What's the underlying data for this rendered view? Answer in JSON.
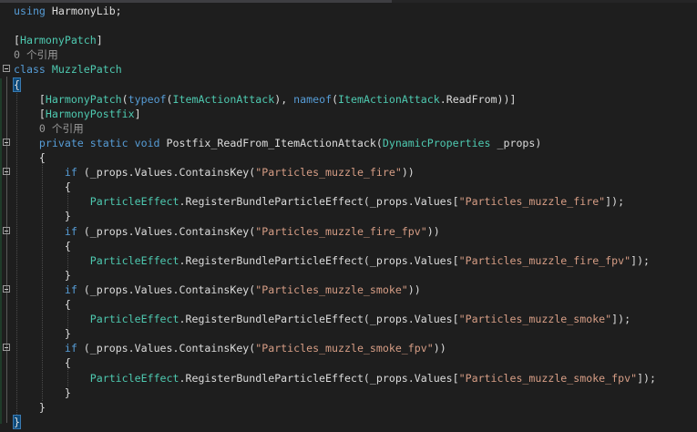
{
  "editor": {
    "lines": [
      {
        "fold": false,
        "tokens": [
          {
            "t": "kw",
            "v": "using"
          },
          {
            "t": "pl",
            "v": " HarmonyLib;"
          }
        ]
      },
      {
        "fold": false,
        "tokens": []
      },
      {
        "fold": false,
        "tokens": [
          {
            "t": "pl",
            "v": "["
          },
          {
            "t": "ty",
            "v": "HarmonyPatch"
          },
          {
            "t": "pl",
            "v": "]"
          }
        ]
      },
      {
        "fold": false,
        "tokens": [
          {
            "t": "cm",
            "v": "0 个引用"
          }
        ]
      },
      {
        "fold": true,
        "tokens": [
          {
            "t": "kw",
            "v": "class"
          },
          {
            "t": "pl",
            "v": " "
          },
          {
            "t": "ty",
            "v": "MuzzlePatch"
          }
        ]
      },
      {
        "fold": false,
        "tokens": [
          {
            "t": "brace",
            "v": "{"
          }
        ]
      },
      {
        "fold": false,
        "tokens": [
          {
            "t": "pl",
            "v": "    ["
          },
          {
            "t": "ty",
            "v": "HarmonyPatch"
          },
          {
            "t": "pl",
            "v": "("
          },
          {
            "t": "kw",
            "v": "typeof"
          },
          {
            "t": "pl",
            "v": "("
          },
          {
            "t": "ty",
            "v": "ItemActionAttack"
          },
          {
            "t": "pl",
            "v": "), "
          },
          {
            "t": "kw",
            "v": "nameof"
          },
          {
            "t": "pl",
            "v": "("
          },
          {
            "t": "ty",
            "v": "ItemActionAttack"
          },
          {
            "t": "pl",
            "v": ".ReadFrom))]"
          }
        ]
      },
      {
        "fold": false,
        "tokens": [
          {
            "t": "pl",
            "v": "    ["
          },
          {
            "t": "ty",
            "v": "HarmonyPostfix"
          },
          {
            "t": "pl",
            "v": "]"
          }
        ]
      },
      {
        "fold": false,
        "tokens": [
          {
            "t": "cm",
            "v": "    0 个引用"
          }
        ]
      },
      {
        "fold": true,
        "tokens": [
          {
            "t": "pl",
            "v": "    "
          },
          {
            "t": "kw",
            "v": "private static void"
          },
          {
            "t": "pl",
            "v": " Postfix_ReadFrom_ItemActionAttack("
          },
          {
            "t": "ty",
            "v": "DynamicProperties"
          },
          {
            "t": "pl",
            "v": " _props)"
          }
        ]
      },
      {
        "fold": false,
        "tokens": [
          {
            "t": "pl",
            "v": "    {"
          }
        ]
      },
      {
        "fold": true,
        "tokens": [
          {
            "t": "pl",
            "v": "        "
          },
          {
            "t": "kw",
            "v": "if"
          },
          {
            "t": "pl",
            "v": " (_props.Values.ContainsKey("
          },
          {
            "t": "st",
            "v": "\"Particles_muzzle_fire\""
          },
          {
            "t": "pl",
            "v": "))"
          }
        ]
      },
      {
        "fold": false,
        "tokens": [
          {
            "t": "pl",
            "v": "        {"
          }
        ]
      },
      {
        "fold": false,
        "tokens": [
          {
            "t": "pl",
            "v": "            "
          },
          {
            "t": "ty",
            "v": "ParticleEffect"
          },
          {
            "t": "pl",
            "v": ".RegisterBundleParticleEffect(_props.Values["
          },
          {
            "t": "st",
            "v": "\"Particles_muzzle_fire\""
          },
          {
            "t": "pl",
            "v": "]);"
          }
        ]
      },
      {
        "fold": false,
        "tokens": [
          {
            "t": "pl",
            "v": "        }"
          }
        ]
      },
      {
        "fold": true,
        "tokens": [
          {
            "t": "pl",
            "v": "        "
          },
          {
            "t": "kw",
            "v": "if"
          },
          {
            "t": "pl",
            "v": " (_props.Values.ContainsKey("
          },
          {
            "t": "st",
            "v": "\"Particles_muzzle_fire_fpv\""
          },
          {
            "t": "pl",
            "v": "))"
          }
        ]
      },
      {
        "fold": false,
        "tokens": [
          {
            "t": "pl",
            "v": "        {"
          }
        ]
      },
      {
        "fold": false,
        "tokens": [
          {
            "t": "pl",
            "v": "            "
          },
          {
            "t": "ty",
            "v": "ParticleEffect"
          },
          {
            "t": "pl",
            "v": ".RegisterBundleParticleEffect(_props.Values["
          },
          {
            "t": "st",
            "v": "\"Particles_muzzle_fire_fpv\""
          },
          {
            "t": "pl",
            "v": "]);"
          }
        ]
      },
      {
        "fold": false,
        "tokens": [
          {
            "t": "pl",
            "v": "        }"
          }
        ]
      },
      {
        "fold": true,
        "tokens": [
          {
            "t": "pl",
            "v": "        "
          },
          {
            "t": "kw",
            "v": "if"
          },
          {
            "t": "pl",
            "v": " (_props.Values.ContainsKey("
          },
          {
            "t": "st",
            "v": "\"Particles_muzzle_smoke\""
          },
          {
            "t": "pl",
            "v": "))"
          }
        ]
      },
      {
        "fold": false,
        "tokens": [
          {
            "t": "pl",
            "v": "        {"
          }
        ]
      },
      {
        "fold": false,
        "tokens": [
          {
            "t": "pl",
            "v": "            "
          },
          {
            "t": "ty",
            "v": "ParticleEffect"
          },
          {
            "t": "pl",
            "v": ".RegisterBundleParticleEffect(_props.Values["
          },
          {
            "t": "st",
            "v": "\"Particles_muzzle_smoke\""
          },
          {
            "t": "pl",
            "v": "]);"
          }
        ]
      },
      {
        "fold": false,
        "tokens": [
          {
            "t": "pl",
            "v": "        }"
          }
        ]
      },
      {
        "fold": true,
        "tokens": [
          {
            "t": "pl",
            "v": "        "
          },
          {
            "t": "kw",
            "v": "if"
          },
          {
            "t": "pl",
            "v": " (_props.Values.ContainsKey("
          },
          {
            "t": "st",
            "v": "\"Particles_muzzle_smoke_fpv\""
          },
          {
            "t": "pl",
            "v": "))"
          }
        ]
      },
      {
        "fold": false,
        "tokens": [
          {
            "t": "pl",
            "v": "        {"
          }
        ]
      },
      {
        "fold": false,
        "tokens": [
          {
            "t": "pl",
            "v": "            "
          },
          {
            "t": "ty",
            "v": "ParticleEffect"
          },
          {
            "t": "pl",
            "v": ".RegisterBundleParticleEffect(_props.Values["
          },
          {
            "t": "st",
            "v": "\"Particles_muzzle_smoke_fpv\""
          },
          {
            "t": "pl",
            "v": "]);"
          }
        ]
      },
      {
        "fold": false,
        "tokens": [
          {
            "t": "pl",
            "v": "        }"
          }
        ]
      },
      {
        "fold": false,
        "tokens": [
          {
            "t": "pl",
            "v": "    }"
          }
        ]
      },
      {
        "fold": false,
        "tokens": [
          {
            "t": "brace",
            "v": "}"
          }
        ]
      }
    ]
  }
}
